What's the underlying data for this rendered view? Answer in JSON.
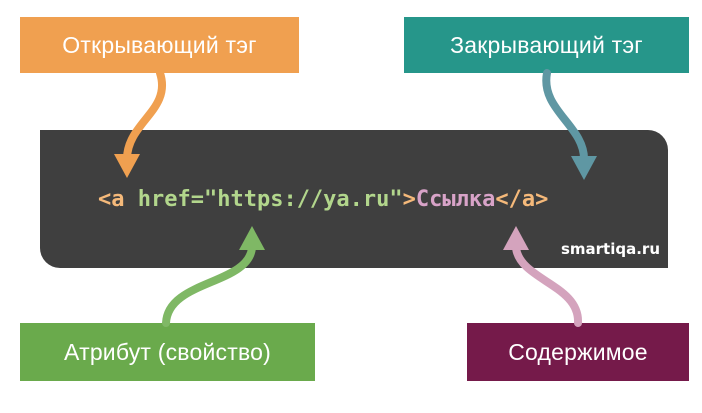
{
  "labels": {
    "opening_tag": "Открывающий тэг",
    "closing_tag": "Закрывающий тэг",
    "attribute": "Атрибут (свойство)",
    "content": "Содержимое"
  },
  "code": {
    "open_bracket": "<a ",
    "attribute": "href=\"https://ya.ru\"",
    "close_bracket": ">",
    "content": "Ссылка",
    "closing_tag": "</a>"
  },
  "watermark": "smartiqa.ru",
  "colors": {
    "opening_tag": "#f0a050",
    "closing_tag": "#26968a",
    "attribute": "#6aaa4c",
    "content": "#751a4a",
    "code_panel": "#3f3f3f",
    "code_tag": "#f5b97a",
    "code_attr": "#b2d68c",
    "code_content": "#d8a3c8",
    "arrow_open": "#f0a050",
    "arrow_close": "#5f97a3",
    "arrow_attr": "#7fb865",
    "arrow_content": "#d4a3bd"
  }
}
